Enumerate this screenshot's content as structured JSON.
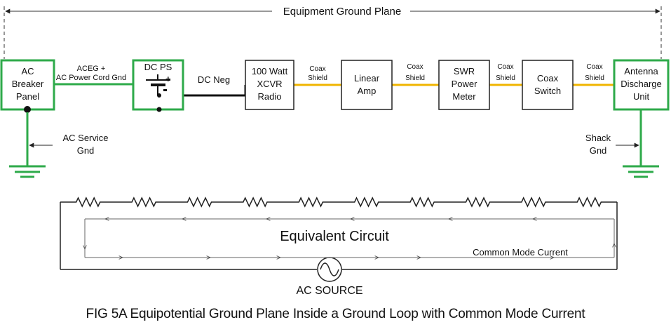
{
  "ground_plane_label": "Equipment Ground Plane",
  "components": {
    "ac_breaker_panel": [
      "AC",
      "Breaker",
      "Panel"
    ],
    "dc_ps": "DC PS",
    "dc_ps_plus": "+",
    "radio": [
      "100 Watt",
      "XCVR",
      "Radio"
    ],
    "linear_amp": [
      "Linear",
      "Amp"
    ],
    "swr_meter": [
      "SWR",
      "Power",
      "Meter"
    ],
    "coax_switch": [
      "Coax",
      "Switch"
    ],
    "antenna_discharge": [
      "Antenna",
      "Discharge",
      "Unit"
    ]
  },
  "connections": {
    "aceg": [
      "ACEG +",
      "AC Power Cord Gnd"
    ],
    "dc_neg": "DC Neg",
    "coax_shield": [
      "Coax",
      "Shield"
    ]
  },
  "grounds": {
    "ac_service": [
      "AC Service",
      "Gnd"
    ],
    "shack": [
      "Shack",
      "Gnd"
    ]
  },
  "equivalent_circuit": {
    "title": "Equivalent Circuit",
    "current_label": "Common Mode Current",
    "source_label": "AC SOURCE"
  },
  "caption": "FIG 5A Equipotential Ground Plane Inside a Ground Loop with Common Mode Current",
  "colors": {
    "ground_wire": "#2eaa4a",
    "coax_wire": "#f0b400",
    "dc_wire": "#111111",
    "line": "#222222"
  }
}
